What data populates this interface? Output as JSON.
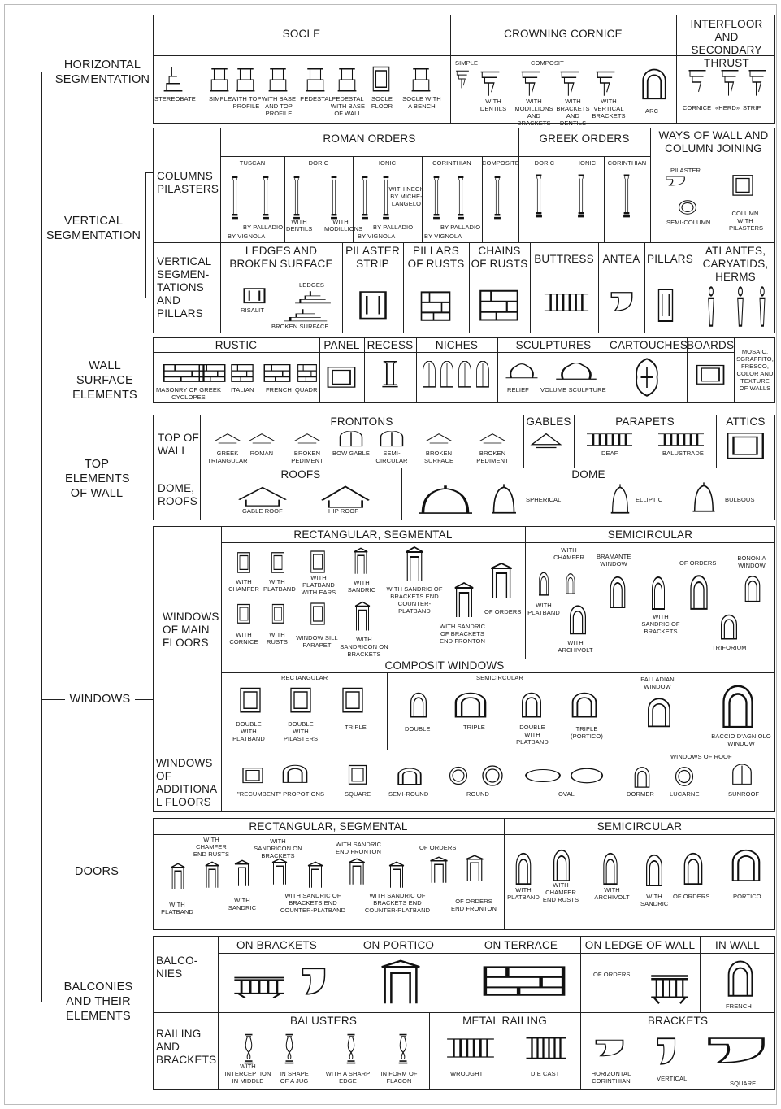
{
  "categories": {
    "horizontal": "HORIZONTAL SEGMENTATION",
    "vertical": "VERTICAL SEGMENTATION",
    "wall_surface": "WALL SURFACE ELEMENTS",
    "top": "TOP ELEMENTS OF WALL",
    "windows": "WINDOWS",
    "doors": "DOORS",
    "balconies": "BALCONIES AND THEIR ELEMENTS"
  },
  "horizontal": {
    "socle": "SOCLE",
    "crowning": "CROWNING CORNICE",
    "interfloor": "INTERFLOOR AND SECONDARY THRUST",
    "simple": "SIMPLE",
    "composit": "COMPOSIT",
    "socle_items": [
      "STEREOBATE",
      "SIMPLE",
      "WITH TOP PROFILE",
      "WITH BASE AND TOP PROFILE",
      "PEDESTAL",
      "PEDESTAL WITH BASE OF WALL",
      "SOCLE FLOOR",
      "SOCLE WITH A BENCH"
    ],
    "cornice_items": [
      "WITH DENTILS",
      "WITH MODILLIONS AND BRACKETS",
      "WITH BRACKETS AND DENTILS",
      "WITH VERTICAL BRACKETS",
      "ARC"
    ],
    "interfloor_items": [
      "CORNICE",
      "«HERD»",
      "STRIP"
    ]
  },
  "vertical": {
    "columns": "COLUMNS PILASTERS",
    "roman": "ROMAN ORDERS",
    "greek": "GREEK ORDERS",
    "ways": "WAYS OF WALL AND COLUMN JOINING",
    "roman_orders": [
      "TUSCAN",
      "DORIC",
      "IONIC",
      "CORINTHIAN",
      "COMPOSITE"
    ],
    "greek_orders": [
      "DORIC",
      "IONIC",
      "CORINTHIAN"
    ],
    "by_palladio": "BY PALLADIO",
    "by_vignola": "BY VIGNOLA",
    "with_dentils": "WITH DENTILS",
    "with_modillions": "WITH MODILLIONS",
    "with_neck": "WITH NECK BY MICHE-LANGELO",
    "pilaster": "PILASTER",
    "semi_column": "SEMI-COLUMN",
    "column_with_pilasters": "COLUMN WITH PILASTERS",
    "vsp": "VERTICAL SEGMEN-TATIONS AND PILLARS",
    "ledges": "LEDGES AND BROKEN SURFACE",
    "pilaster_strip": "PILASTER STRIP",
    "pillars_rusts": "PILLARS OF RUSTS",
    "chains": "CHAINS OF RUSTS",
    "buttress": "BUTTRESS",
    "antea": "ANTEA",
    "pillars": "PILLARS",
    "atlantes": "ATLANTES, CARYATIDS, HERMS",
    "risalit": "RISALIT",
    "ledges_small": "LEDGES",
    "broken_surface": "BROKEN SURFACE"
  },
  "wall_surface": {
    "rustic": "RUSTIC",
    "panel": "PANEL",
    "recess": "RECESS",
    "niches": "NICHES",
    "sculptures": "SCULPTURES",
    "cartouches": "CARTOUCHES",
    "boards": "BOARDS",
    "mosaic": "MOSAIC, SGRAFFITO, FRESCO, COLOR AND TEXTURE OF WALLS",
    "rustic_items": [
      "MASONRY OF GREEK CYCLOPES",
      "ITALIAN",
      "FRENCH",
      "QUADR"
    ],
    "relief": "RELIEF",
    "volume": "VOLUME SCULPTURE"
  },
  "top": {
    "top_of_wall": "TOP OF WALL",
    "frontons": "FRONTONS",
    "gables": "GABLES",
    "parapets": "PARAPETS",
    "attics": "ATTICS",
    "fronton_items": [
      "GREEK TRIANGULAR",
      "ROMAN",
      "BROKEN PEDIMENT",
      "BOW GABLE",
      "SEMI-CIRCULAR",
      "BROKEN SURFACE",
      "BROKEN PEDIMENT"
    ],
    "deaf": "DEAF",
    "balustrade": "BALUSTRADE",
    "dome_roofs": "DOME, ROOFS",
    "roofs": "ROOFS",
    "dome": "DOME",
    "gable_roof": "GABLE ROOF",
    "hip_roof": "HIP ROOF",
    "spherical": "SPHERICAL",
    "elliptic": "ELLIPTIC",
    "bulbous": "BULBOUS"
  },
  "windows": {
    "main": "WINDOWS OF MAIN FLOORS",
    "rect": "RECTANGULAR, SEGMENTAL",
    "semi": "SEMICIRCULAR",
    "rect_items": [
      "WITH CHAMFER",
      "WITH PLATBAND",
      "WITH PLATBAND WITH EARS",
      "WITH SANDRIC",
      "WITH SANDRIC OF BRACKETS END COUNTER-PLATBAND",
      "OF ORDERS",
      "WITH CORNICE",
      "WITH RUSTS",
      "WINDOW SILL PARAPET",
      "WITH SANDRICON ON BRACKETS",
      "WITH SANDRIC OF BRACKETS END FRONTON"
    ],
    "semi_items": [
      "WITH CHAMFER",
      "BRAMANTE WINDOW",
      "OF ORDERS",
      "BONONIA WINDOW",
      "WITH PLATBAND",
      "WITH ARCHIVOLT",
      "WITH SANDRIC OF BRACKETS",
      "TRIFORIUM"
    ],
    "composit": "COMPOSIT WINDOWS",
    "composit_rect": "RECTANGULAR",
    "composit_semi": "SEMICIRCULAR",
    "composit_rect_items": [
      "DOUBLE WITH PLATBAND",
      "DOUBLE WITH PILASTERS",
      "TRIPLE"
    ],
    "composit_semi_items": [
      "DOUBLE",
      "TRIPLE",
      "DOUBLE WITH PLATBAND",
      "TRIPLE (PORTICO)"
    ],
    "palladian": "PALLADIAN WINDOW",
    "baccio": "BACCIO D'AGNIOLO WINDOW",
    "additional": "WINDOWS OF ADDITIONAL FLOORS",
    "add_items": [
      "\"RECUMBENT\" PROPOTIONS",
      "SQUARE",
      "SEMI-ROUND",
      "ROUND",
      "OVAL"
    ],
    "roof": "WINDOWS OF ROOF",
    "roof_items": [
      "DORMER",
      "LUCARNE",
      "SUNROOF"
    ]
  },
  "doors": {
    "rect": "RECTANGULAR, SEGMENTAL",
    "semi": "SEMICIRCULAR",
    "rect_top": [
      "WITH CHAMFER END RUSTS",
      "WITH SANDRICON ON BRACKETS",
      "WITH SANDRIC END FRONTON",
      "OF ORDERS"
    ],
    "rect_bottom": [
      "WITH PLATBAND",
      "WITH SANDRIC",
      "WITH SANDRIC OF BRACKETS END COUNTER-PLATBAND",
      "WITH SANDRIC OF BRACKETS END COUNTER-PLATBAND",
      "OF ORDERS END FRONTON"
    ],
    "semi_items": [
      "WITH PLATBAND",
      "WITH CHAMFER END RUSTS",
      "WITH ARCHIVOLT",
      "WITH SANDRIC",
      "OF ORDERS",
      "PORTICO"
    ]
  },
  "balconies": {
    "balconies": "BALCO-NIES",
    "on_brackets": "ON BRACKETS",
    "on_portico": "ON PORTICO",
    "on_terrace": "ON TERRACE",
    "on_ledge": "ON LEDGE OF WALL",
    "in_wall": "IN WALL",
    "of_orders": "OF ORDERS",
    "french": "FRENCH",
    "railing": "RAILING AND BRACKETS",
    "balusters": "BALUSTERS",
    "metal": "METAL RAILING",
    "brackets": "BRACKETS",
    "baluster_items": [
      "WITH INTERCEPTION IN MIDDLE",
      "IN SHAPE OF A JUG",
      "WITH A SHARP EDGE",
      "IN FORM OF FLACON"
    ],
    "metal_items": [
      "WROUGHT",
      "DIE CAST"
    ],
    "bracket_items": [
      "HORIZONTAL CORINTHIAN",
      "VERTICAL",
      "SQUARE"
    ]
  }
}
